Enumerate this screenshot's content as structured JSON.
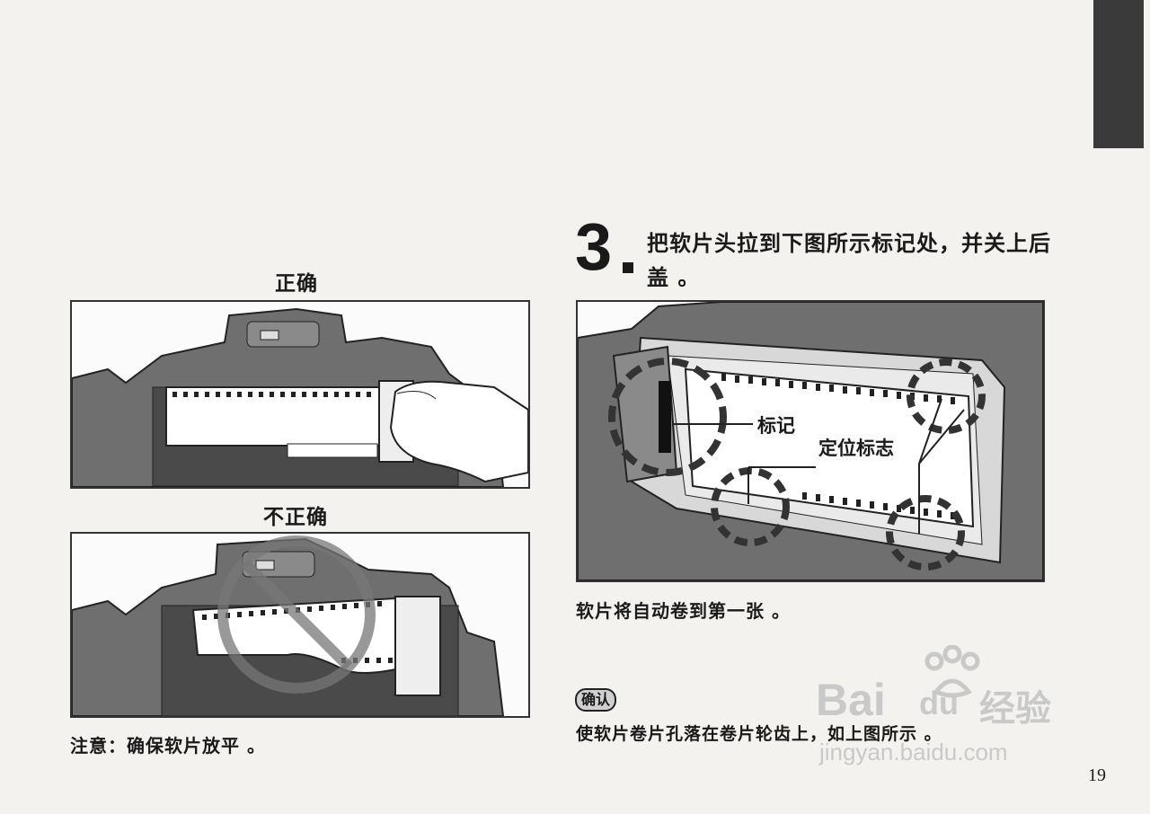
{
  "left": {
    "correct_label": "正确",
    "incorrect_label": "不正确",
    "note": "注意：确保软片放平 。"
  },
  "step": {
    "number": "3",
    "instruction": "把软片头拉到下图所示标记处，并关上后盖 。"
  },
  "figure_main": {
    "callout_mark": "标记",
    "callout_position": "定位标志"
  },
  "auto_advance": "软片将自动卷到第一张 。",
  "confirm": {
    "badge": "确认",
    "text": "使软片卷片孔落在卷片轮齿上，如上图所示 。"
  },
  "watermark": {
    "brand": "Bai",
    "brand_du": "du",
    "brand_cn": "经验",
    "url": "jingyan.baidu.com"
  },
  "page_number": "19",
  "colors": {
    "paper": "#f4f2ee",
    "ink": "#1a1a1a",
    "camera_gray": "#6f6f6f",
    "watermark": "#c9c9c9"
  }
}
